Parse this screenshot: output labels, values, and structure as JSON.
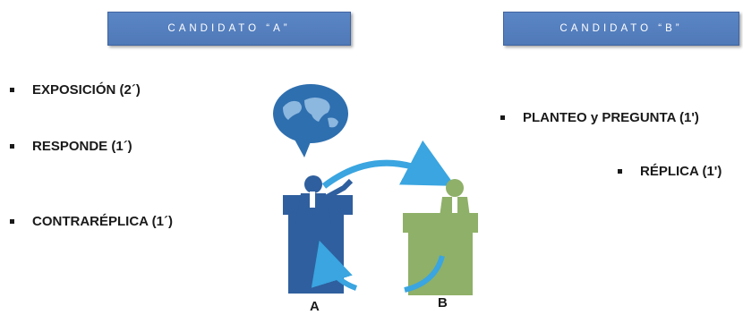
{
  "candidate_a": {
    "header": "CANDIDATO “A”",
    "items": [
      "EXPOSICIÓN (2´)",
      "RESPONDE (1´)",
      "CONTRARÉPLICA (1´)"
    ],
    "label": "A"
  },
  "candidate_b": {
    "header": "CANDIDATO “B”",
    "items": [
      "PLANTEO y PREGUNTA  (1')",
      "RÉPLICA (1')"
    ],
    "label": "B"
  },
  "icons": [
    "speech-bubble-world-map-icon",
    "speaker-a-podium-icon",
    "speaker-b-podium-icon",
    "curved-arrow-icon"
  ],
  "colors": {
    "header_bg": "#4f79b7",
    "podium_a": "#2f5f9e",
    "podium_b": "#8fb068",
    "arrow": "#3aa5e0",
    "bubble": "#2e6faf"
  }
}
